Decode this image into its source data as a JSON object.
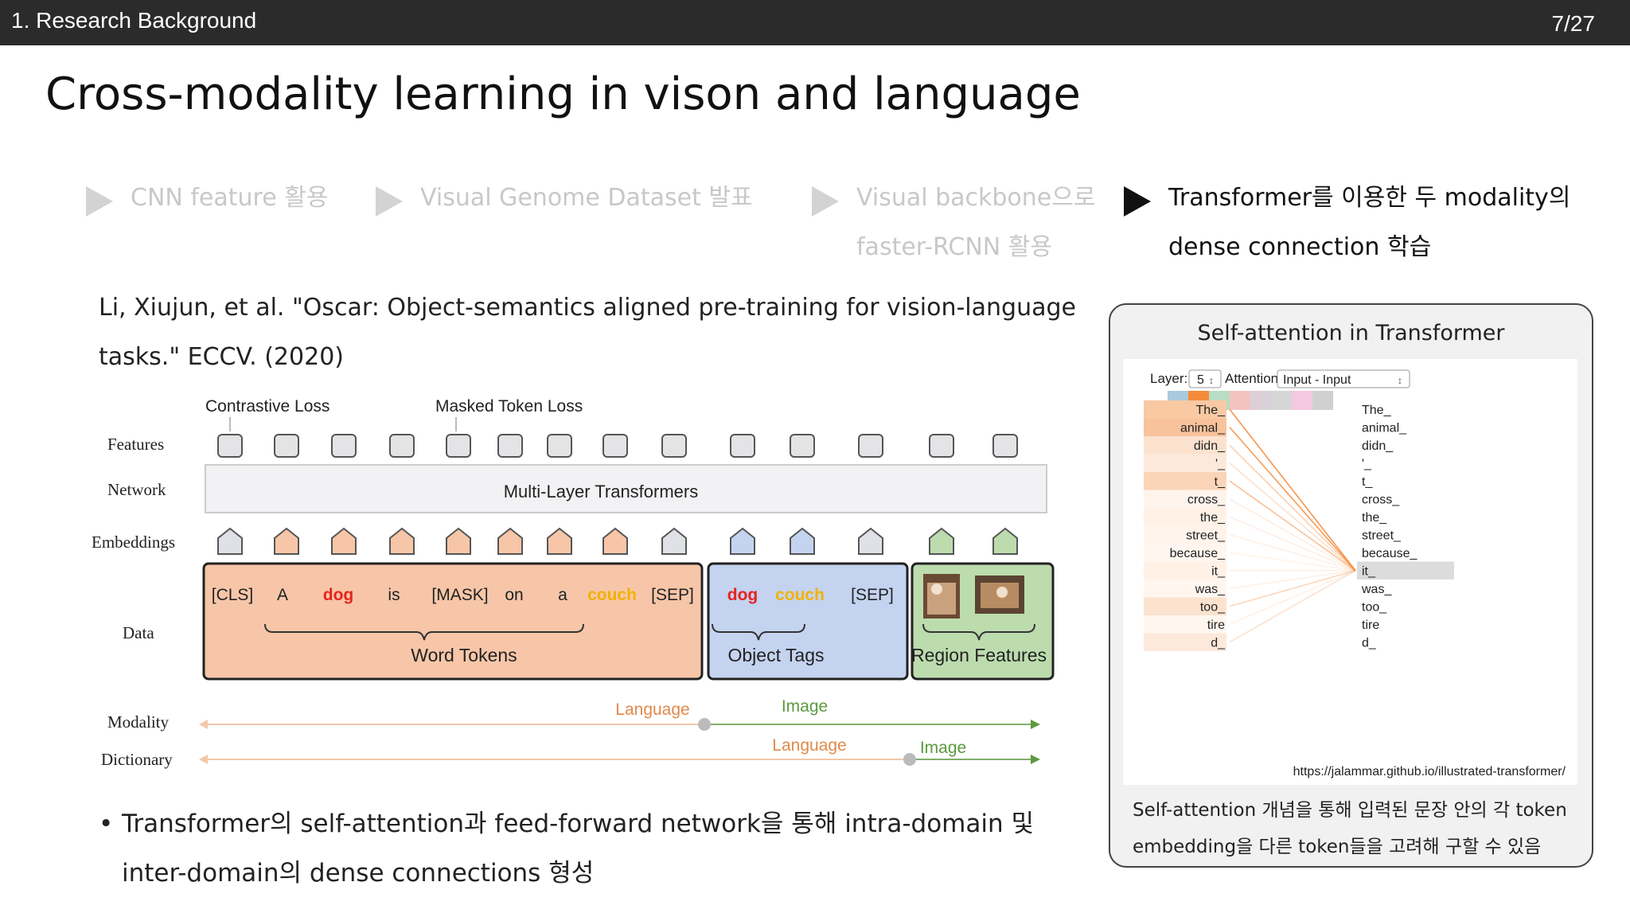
{
  "header": {
    "section": "1. Research Background",
    "page": "7/27"
  },
  "title": "Cross-modality learning in vison and language",
  "steps": [
    {
      "line1": "CNN feature 활용",
      "line2": ""
    },
    {
      "line1": "Visual Genome Dataset 발표",
      "line2": ""
    },
    {
      "line1": "Visual backbone으로",
      "line2": "faster-RCNN 활용"
    },
    {
      "line1": "Transformer를 이용한 두 modality의",
      "line2": "dense connection 학습"
    }
  ],
  "reference": "Li, Xiujun, et al. \"Oscar: Object-semantics aligned pre-training for vision-language tasks.\" ECCV. (2020)",
  "figure": {
    "contrastive_loss": "Contrastive Loss",
    "masked_token_loss": "Masked Token Loss",
    "row_labels": {
      "features": "Features",
      "network": "Network",
      "embeddings": "Embeddings",
      "data": "Data",
      "modality": "Modality",
      "dictionary": "Dictionary"
    },
    "network_label": "Multi-Layer Transformers",
    "tokens": [
      "[CLS]",
      "A",
      "dog",
      "is",
      "[MASK]",
      "on",
      "a",
      "couch",
      "[SEP]",
      "dog",
      "couch",
      "[SEP]"
    ],
    "groups": {
      "word_tokens": "Word Tokens",
      "object_tags": "Object Tags",
      "region_features": "Region Features"
    },
    "modality_language": "Language",
    "modality_image": "Image",
    "dictionary_language": "Language",
    "dictionary_image": "Image",
    "colors": {
      "orange": "#f7c6a8",
      "blue": "#c4d3ef",
      "green": "#bcdcae",
      "red": "#e8231e",
      "yellow": "#f2b200"
    }
  },
  "bullet": "Transformer의 self-attention과 feed-forward network을 통해 intra-domain 및 inter-domain의 dense connections 형성",
  "panel": {
    "title": "Self-attention in Transformer",
    "layer_label": "Layer:",
    "layer_value": "5",
    "attention_label": "Attention:",
    "attention_value": "Input - Input",
    "tokens": [
      "The_",
      "animal_",
      "didn_",
      "'_",
      "t_",
      "cross_",
      "the_",
      "street_",
      "because_",
      "it_",
      "was_",
      "too_",
      "tire",
      "d_"
    ],
    "url": "https://jalammar.github.io/illustrated-transformer/",
    "caption": "Self-attention 개념을 통해 입력된 문장 안의 각 token embedding을 다른 token들을 고려해 구할 수 있음"
  }
}
